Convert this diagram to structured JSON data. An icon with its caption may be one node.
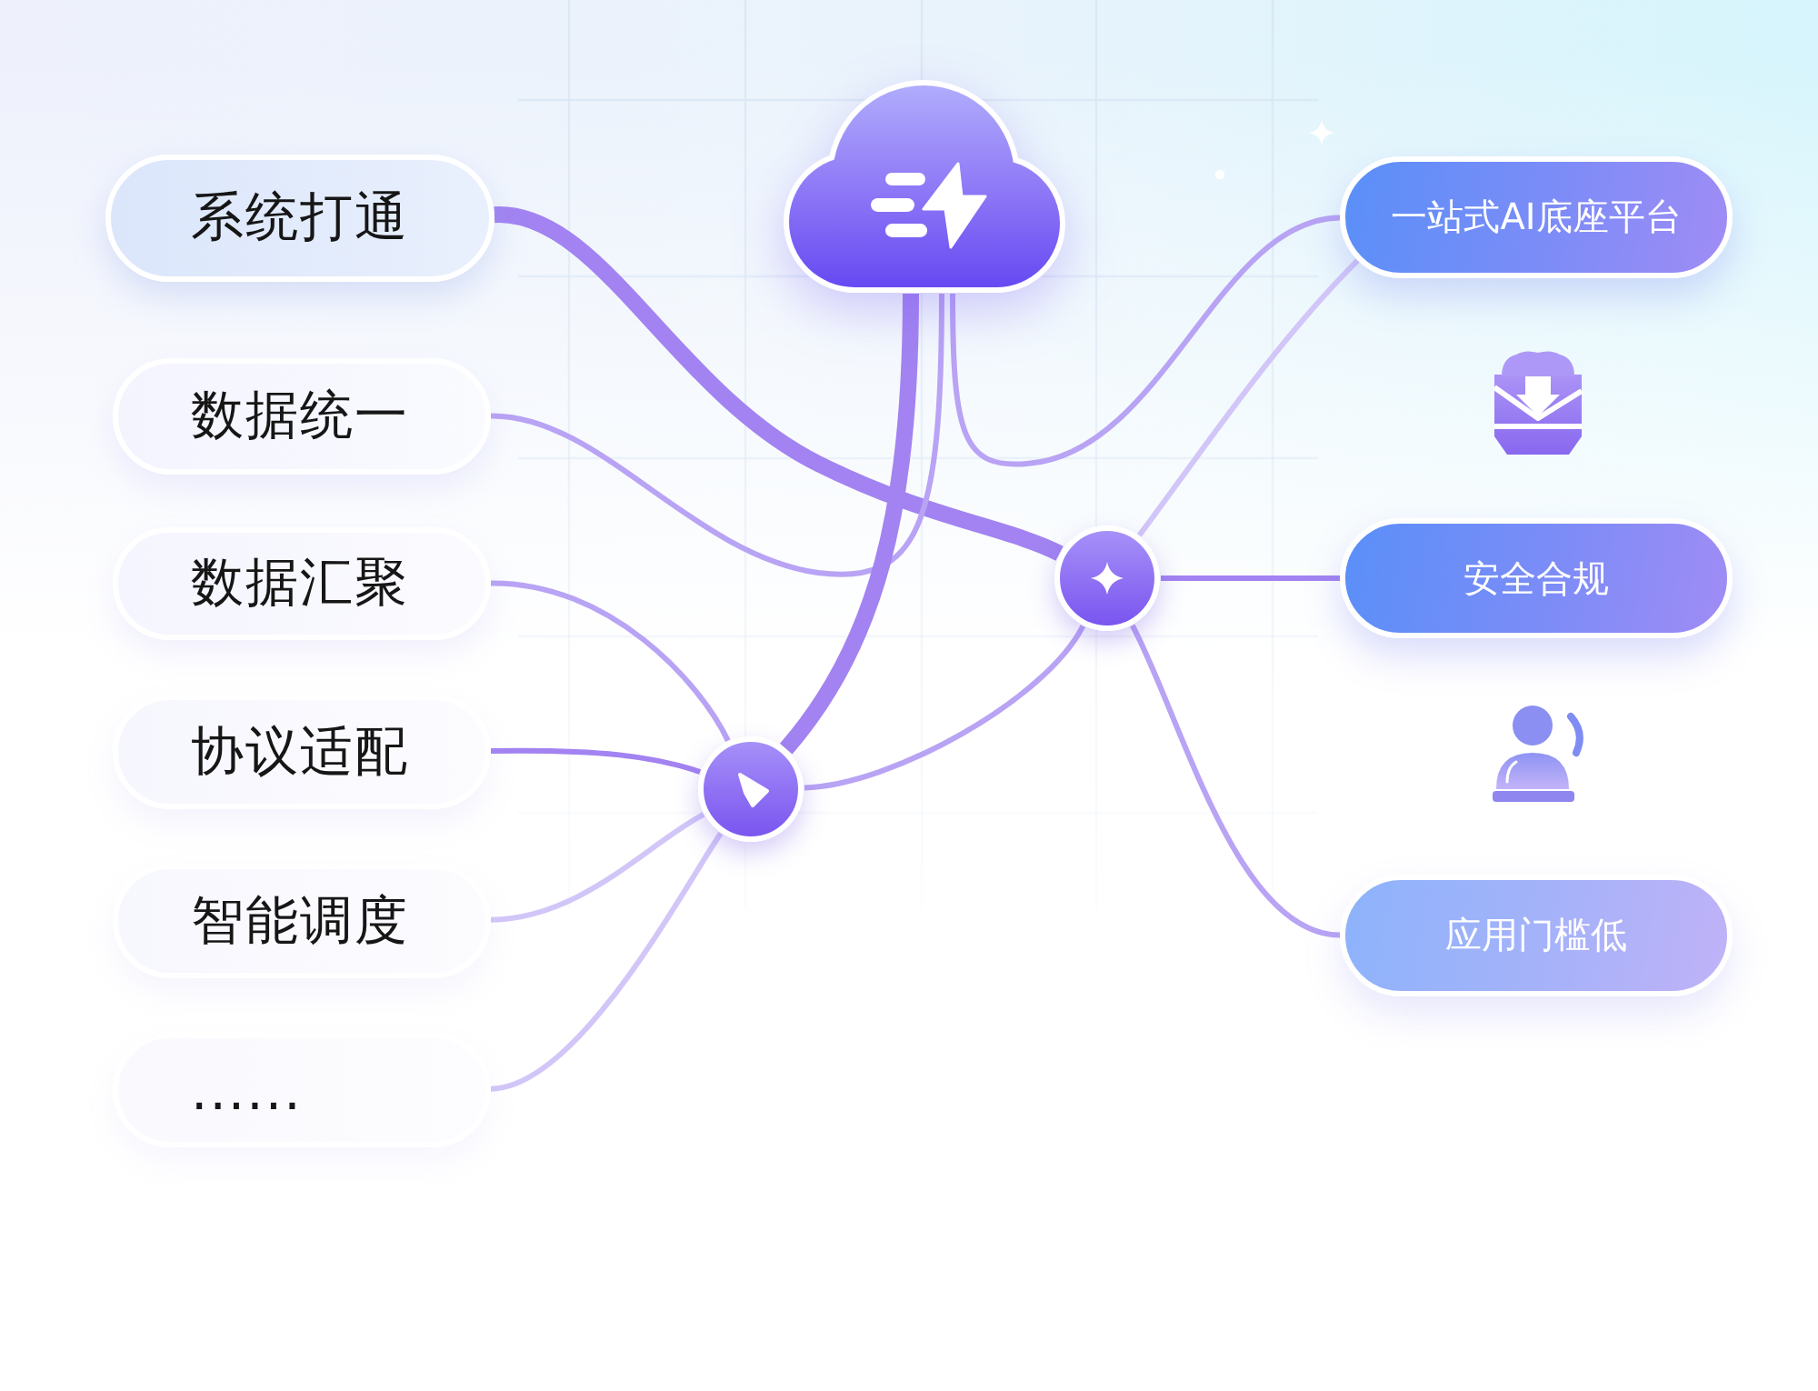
{
  "diagram": {
    "nodes": [
      {
        "text": [
          "系统打通"
        ]
      },
      {
        "text": [
          "数据统一"
        ]
      },
      {
        "text": [
          "数据汇聚"
        ]
      },
      {
        "text": [
          "协议适配"
        ]
      },
      {
        "text": [
          "智能调度"
        ]
      },
      {
        "text": [
          "......"
        ]
      },
      {
        "text": [],
        "shape": "cloud"
      },
      {
        "text": [],
        "shape": "circle"
      },
      {
        "text": [],
        "shape": "circle"
      },
      {
        "text": [
          "一站式AI底座平台"
        ]
      },
      {
        "text": [
          "安全合规"
        ]
      },
      {
        "text": [
          "应用门槛低"
        ]
      }
    ],
    "edges": [
      {
        "from": 0,
        "to": 8,
        "arrow": "none",
        "style": "thick",
        "color": "#a283f1"
      },
      {
        "from": 1,
        "to": 6,
        "arrow": "none"
      },
      {
        "from": 6,
        "to": 9,
        "arrow": "none"
      },
      {
        "from": 6,
        "to": 7,
        "arrow": "none",
        "style": "thick",
        "color": "#a283f1"
      },
      {
        "from": 2,
        "to": 7,
        "arrow": "none"
      },
      {
        "from": 3,
        "to": 7,
        "arrow": "none",
        "color": "#a283f1"
      },
      {
        "from": 4,
        "to": 7,
        "arrow": "none",
        "color": "#d2c6f8"
      },
      {
        "from": 5,
        "to": 7,
        "arrow": "none",
        "color": "#d2c6f8"
      },
      {
        "from": 7,
        "to": 8,
        "arrow": "none"
      },
      {
        "from": 8,
        "to": 9,
        "arrow": "none",
        "color": "#d2c6f8"
      },
      {
        "from": 8,
        "to": 10,
        "arrow": "none",
        "color": "#a283f1"
      },
      {
        "from": 8,
        "to": 11,
        "arrow": "none"
      }
    ]
  }
}
